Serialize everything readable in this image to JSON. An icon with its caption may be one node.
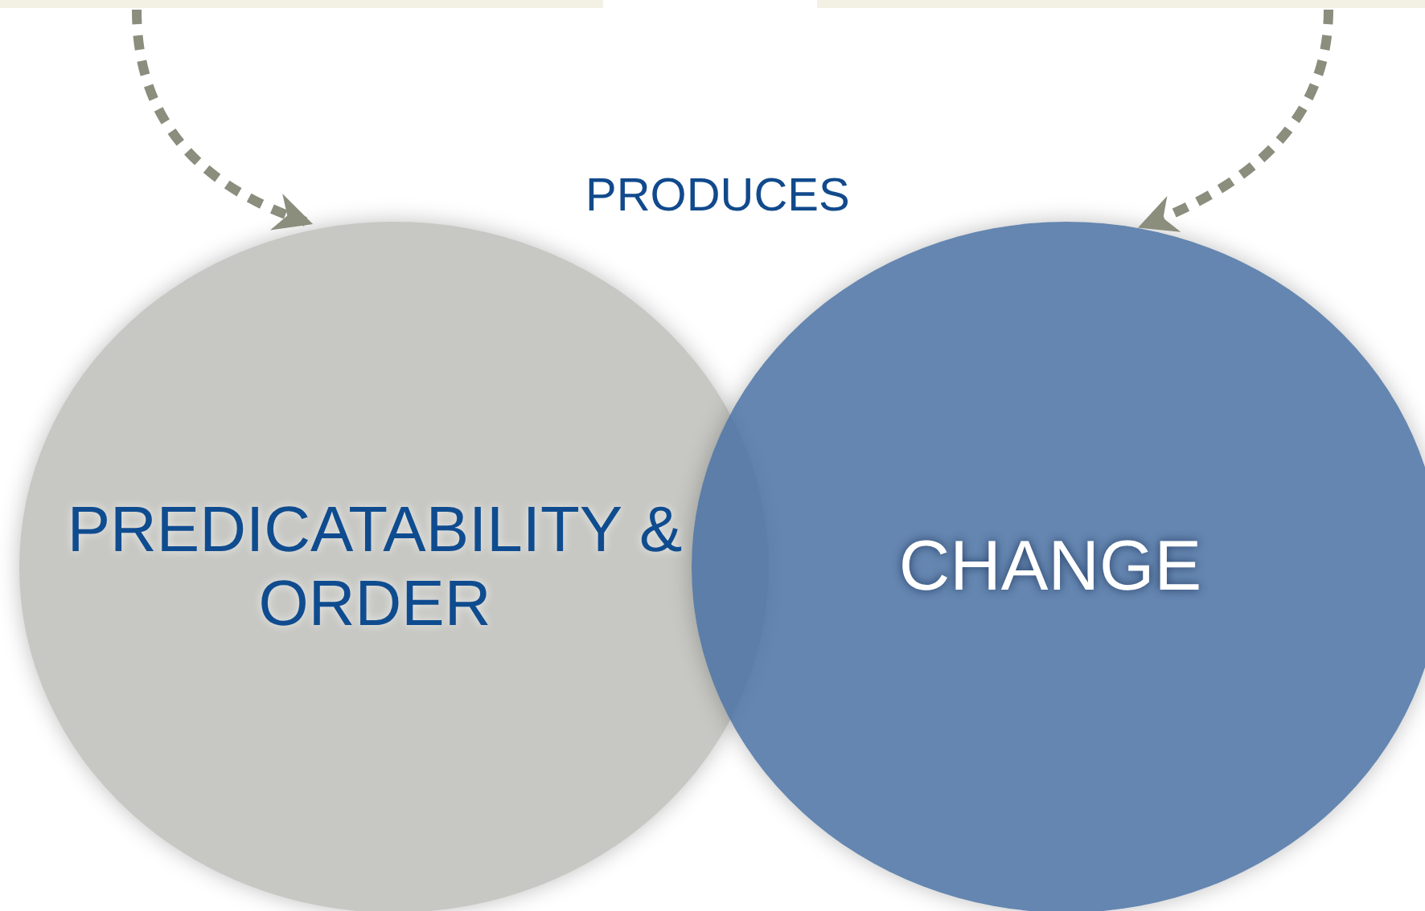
{
  "diagram": {
    "nodes": [
      {
        "text": [],
        "shape": "box"
      },
      {
        "text": [],
        "shape": "box"
      },
      {
        "text": [
          "PREDICATABILITY & ORDER"
        ]
      },
      {
        "text": [
          "CHANGE"
        ]
      }
    ],
    "edges": [
      {
        "from": 0,
        "to": 2,
        "arrow": "to",
        "style": "dashed"
      },
      {
        "from": 1,
        "to": 3,
        "arrow": "to",
        "style": "dashed"
      }
    ],
    "labels": [
      "PRODUCES"
    ]
  }
}
